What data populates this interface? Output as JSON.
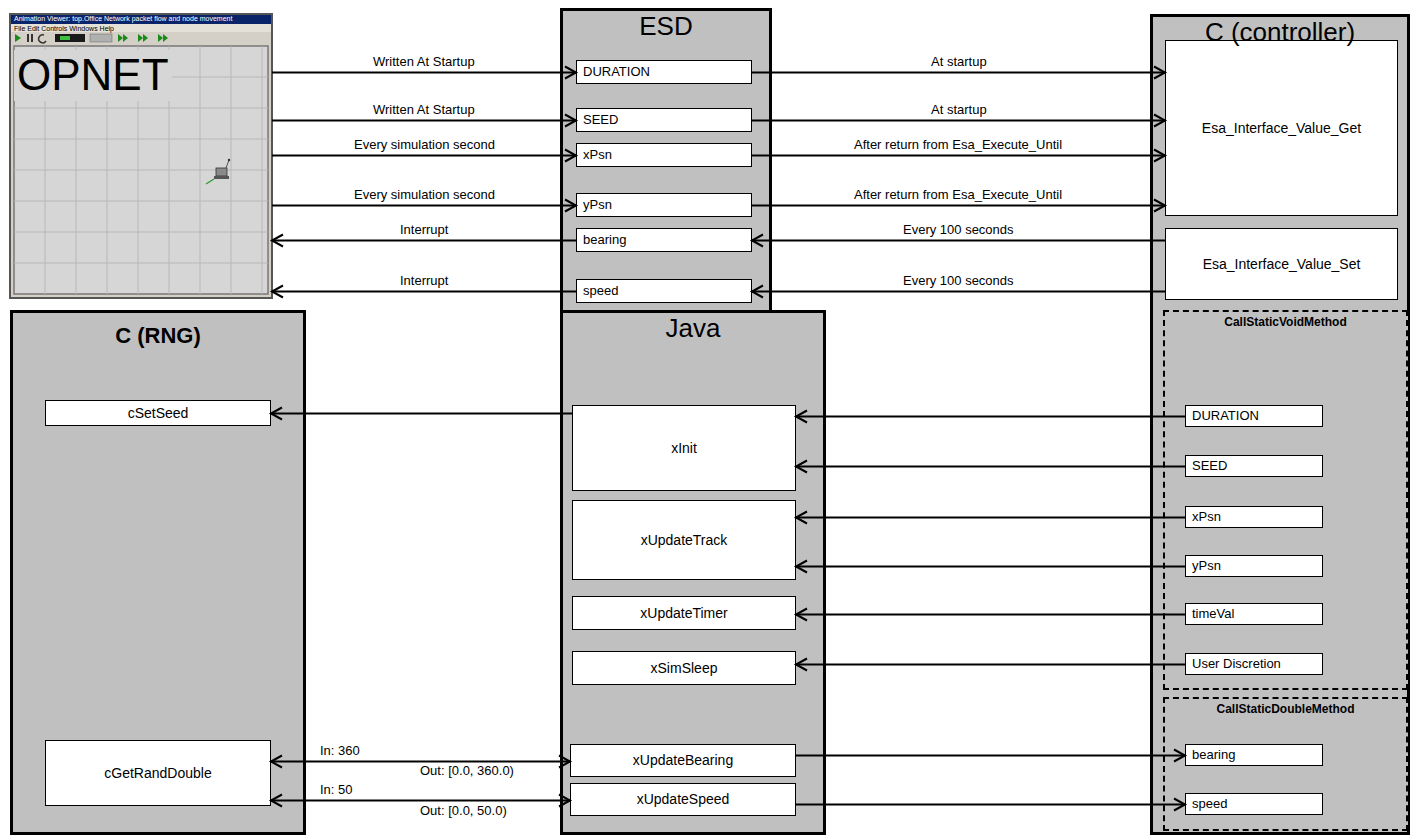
{
  "diagram": {
    "nodes": [
      {
        "text": [
          "OPNET"
        ]
      },
      {
        "text": [
          "ESD"
        ]
      },
      {
        "text": [
          "DURATION"
        ],
        "in": 1
      },
      {
        "text": [
          "SEED"
        ],
        "in": 1
      },
      {
        "text": [
          "xPsn"
        ],
        "in": 1
      },
      {
        "text": [
          "yPsn"
        ],
        "in": 1
      },
      {
        "text": [
          "bearing"
        ],
        "in": 1
      },
      {
        "text": [
          "speed"
        ],
        "in": 1
      },
      {
        "text": [
          "C (controller)"
        ]
      },
      {
        "text": [
          "Esa_Interface_Value_Get"
        ],
        "in": 8
      },
      {
        "text": [
          "Esa_Interface_Value_Set"
        ],
        "in": 8
      },
      {
        "text": [
          "CallStaticVoidMethod"
        ],
        "in": 8
      },
      {
        "text": [
          "DURATION"
        ],
        "in": 11
      },
      {
        "text": [
          "SEED"
        ],
        "in": 11
      },
      {
        "text": [
          "xPsn"
        ],
        "in": 11
      },
      {
        "text": [
          "yPsn"
        ],
        "in": 11
      },
      {
        "text": [
          "timeVal"
        ],
        "in": 11
      },
      {
        "text": [
          "User Discretion"
        ],
        "in": 11
      },
      {
        "text": [
          "CallStaticDoubleMethod"
        ],
        "in": 8
      },
      {
        "text": [
          "bearing"
        ],
        "in": 18
      },
      {
        "text": [
          "speed"
        ],
        "in": 18
      },
      {
        "text": [
          "C (RNG)"
        ]
      },
      {
        "text": [
          "cSetSeed"
        ],
        "in": 21
      },
      {
        "text": [
          "cGetRandDouble"
        ],
        "in": 21
      },
      {
        "text": [
          "Java"
        ]
      },
      {
        "text": [
          "xInit"
        ],
        "in": 24
      },
      {
        "text": [
          "xUpdateTrack"
        ],
        "in": 24
      },
      {
        "text": [
          "xUpdateTimer"
        ],
        "in": 24
      },
      {
        "text": [
          "xSimSleep"
        ],
        "in": 24
      },
      {
        "text": [
          "xUpdateBearing"
        ],
        "in": 24
      },
      {
        "text": [
          "xUpdateSpeed"
        ],
        "in": 24
      }
    ],
    "edges": [
      {
        "from": 0,
        "to": 2,
        "arrow": "to",
        "label": "Written At Startup"
      },
      {
        "from": 0,
        "to": 3,
        "arrow": "to",
        "label": "Written At Startup"
      },
      {
        "from": 0,
        "to": 4,
        "arrow": "to",
        "label": "Every simulation second"
      },
      {
        "from": 0,
        "to": 5,
        "arrow": "to",
        "label": "Every simulation second"
      },
      {
        "from": 6,
        "to": 0,
        "arrow": "to",
        "label": "Interrupt"
      },
      {
        "from": 7,
        "to": 0,
        "arrow": "to",
        "label": "Interrupt"
      },
      {
        "from": 2,
        "to": 9,
        "arrow": "to",
        "label": "At startup"
      },
      {
        "from": 3,
        "to": 9,
        "arrow": "to",
        "label": "At startup"
      },
      {
        "from": 4,
        "to": 9,
        "arrow": "to",
        "label": "After return from Esa_Execute_Until"
      },
      {
        "from": 5,
        "to": 9,
        "arrow": "to",
        "label": "After return from Esa_Execute_Until"
      },
      {
        "from": 10,
        "to": 6,
        "arrow": "to",
        "label": "Every 100 seconds"
      },
      {
        "from": 10,
        "to": 7,
        "arrow": "to",
        "label": "Every 100 seconds"
      },
      {
        "from": 12,
        "to": 25,
        "arrow": "to"
      },
      {
        "from": 13,
        "to": 25,
        "arrow": "to"
      },
      {
        "from": 14,
        "to": 26,
        "arrow": "to"
      },
      {
        "from": 15,
        "to": 26,
        "arrow": "to"
      },
      {
        "from": 16,
        "to": 27,
        "arrow": "to"
      },
      {
        "from": 17,
        "to": 28,
        "arrow": "to"
      },
      {
        "from": 25,
        "to": 22,
        "arrow": "to"
      },
      {
        "from": 23,
        "to": 29,
        "arrow": "both",
        "label": "In: 360"
      },
      {
        "from": 23,
        "to": 30,
        "arrow": "both",
        "label": "In: 50"
      },
      {
        "from": 29,
        "to": 19,
        "arrow": "to"
      },
      {
        "from": 30,
        "to": 20,
        "arrow": "to"
      }
    ],
    "labels": [
      "Animation Viewer: top.Office Network packet flow and node movement",
      "File Edit Controls Windows Help",
      "Out: [0.0, 360.0)",
      "Out: [0.0, 50.0)"
    ]
  }
}
